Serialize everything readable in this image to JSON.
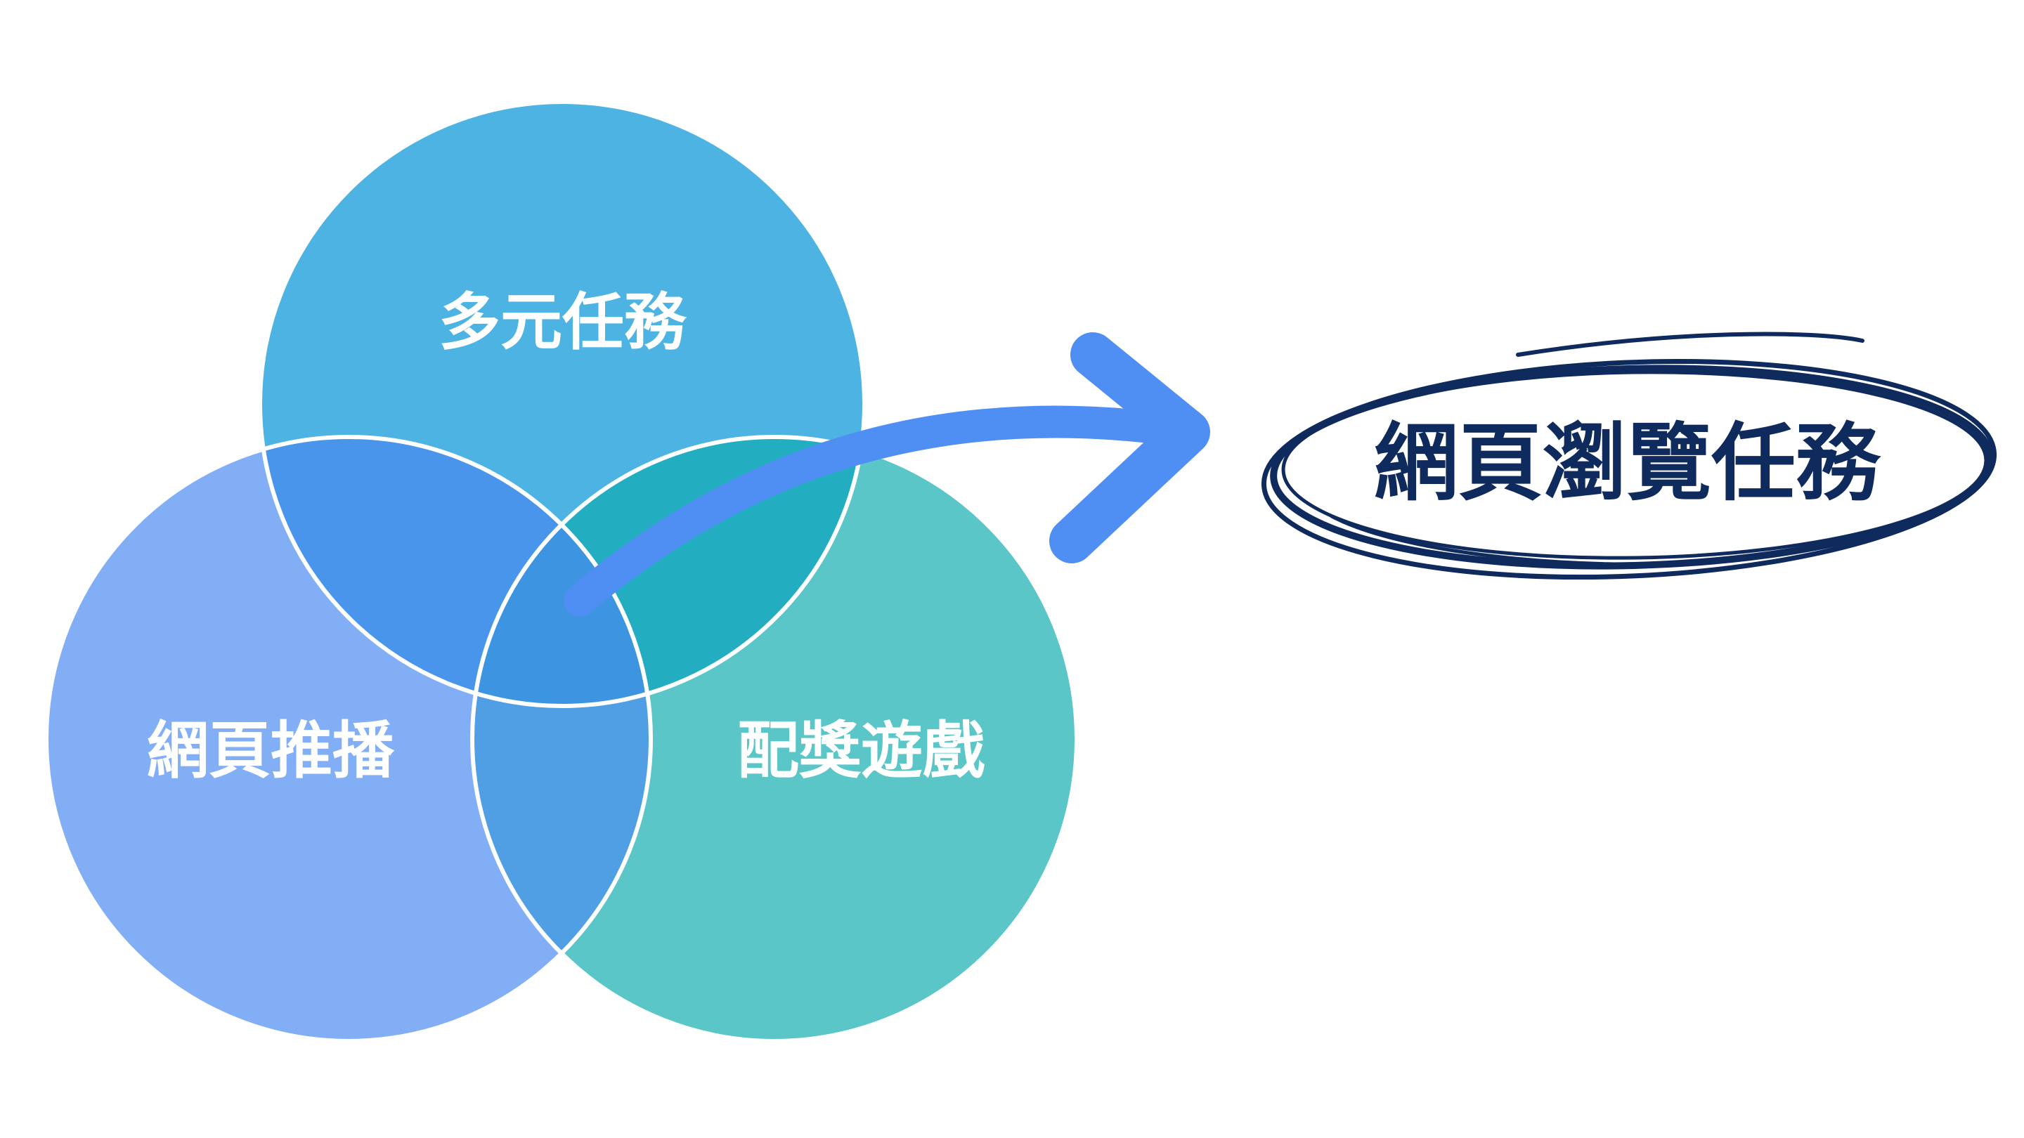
{
  "diagram": {
    "circles": {
      "top": {
        "label": "多元任務",
        "color": "#4db3e3"
      },
      "left": {
        "label": "網頁推播",
        "color": "#82aef5"
      },
      "right": {
        "label": "配獎遊戲",
        "color": "#5ac6c8"
      }
    },
    "overlaps": {
      "top_left": "#4a95ec",
      "top_right": "#22aec0",
      "left_right": "#509fe5",
      "center": "#3d95e2"
    },
    "outline_color": "#ffffff",
    "arrow_color": "#4f8ef3",
    "result": {
      "label": "網頁瀏覽任務",
      "ring_color": "#0f2a5c"
    }
  }
}
